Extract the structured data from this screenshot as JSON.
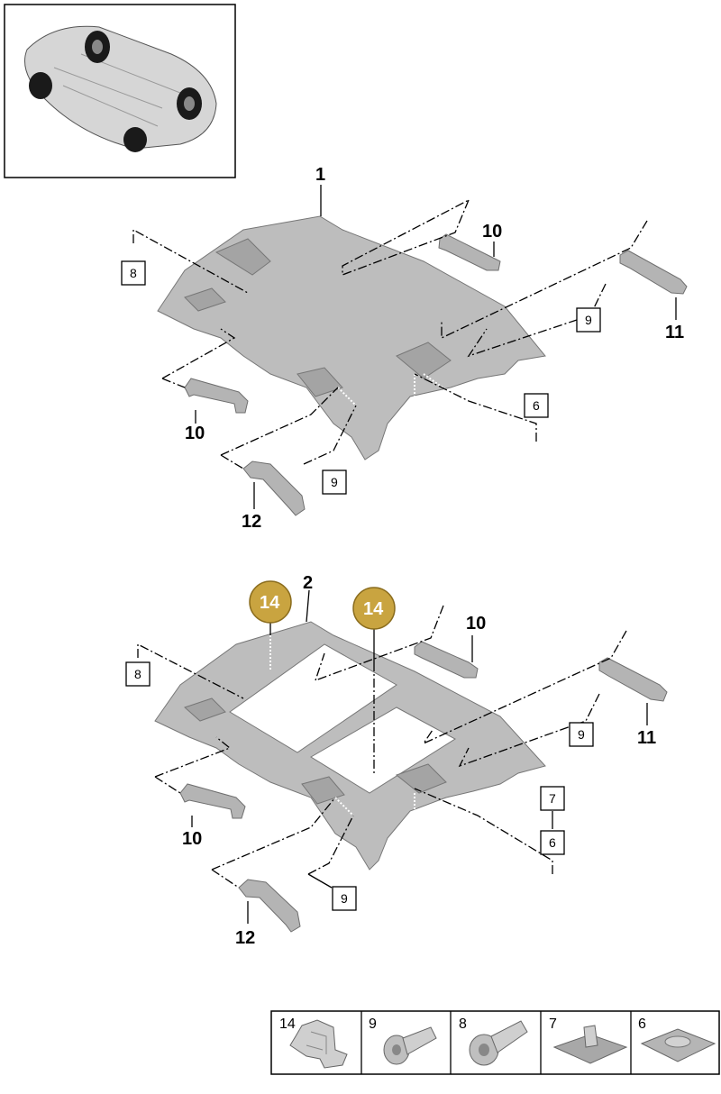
{
  "callouts": {
    "top": {
      "part1": "1",
      "handle_right_10": "10",
      "handle_right_11": "11",
      "handle_left_10": "10",
      "handle_left_12": "12",
      "box_8": "8",
      "box_9_right": "9",
      "box_9_bottom": "9",
      "box_6": "6"
    },
    "bottom": {
      "part2": "2",
      "badge_left": "14",
      "badge_right": "14",
      "handle_right_10": "10",
      "handle_right_11": "11",
      "handle_left_10": "10",
      "handle_left_12": "12",
      "box_8": "8",
      "box_9_right": "9",
      "box_9_bottom": "9",
      "box_7": "7",
      "box_6": "6"
    }
  },
  "legend": [
    {
      "code": "14",
      "icon": "clip-icon"
    },
    {
      "code": "9",
      "icon": "screw-icon"
    },
    {
      "code": "8",
      "icon": "bolt-icon"
    },
    {
      "code": "7",
      "icon": "clip-pad-icon"
    },
    {
      "code": "6",
      "icon": "adhesive-pad-icon"
    }
  ],
  "colors": {
    "badge": "#c9a440",
    "badge_border": "#8b6d1e",
    "part_gray": "#bdbdbd"
  }
}
